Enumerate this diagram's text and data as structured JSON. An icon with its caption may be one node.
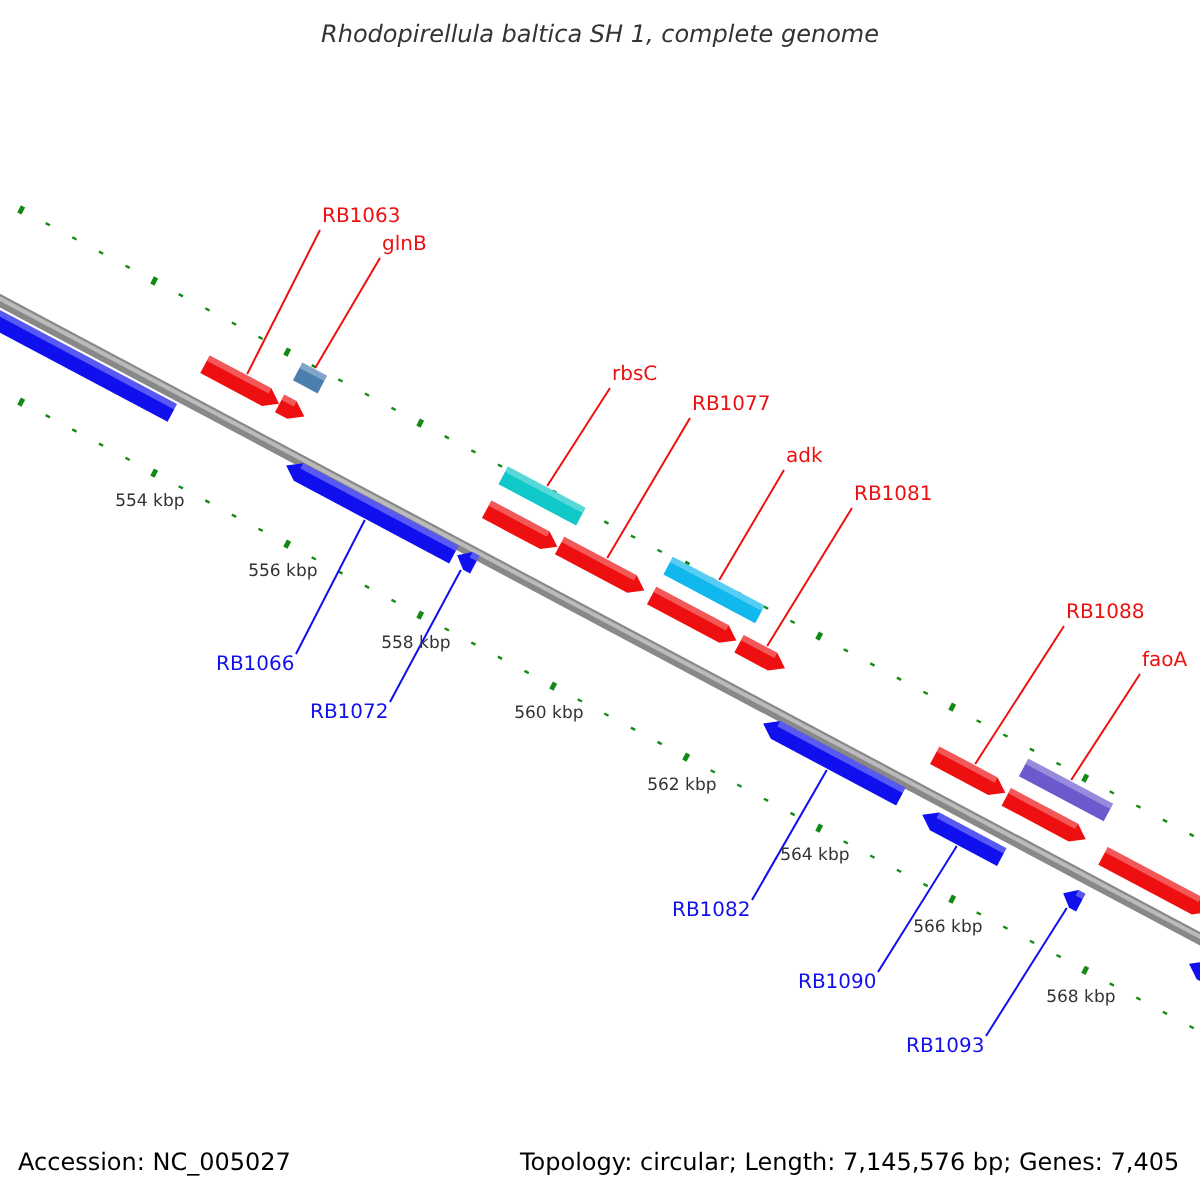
{
  "diagram": {
    "title": "Rhodopirellula baltica SH 1, complete genome",
    "nodes": [
      {
        "text": [
          "RB1063"
        ]
      },
      {
        "text": [
          "glnB"
        ]
      },
      {
        "text": [
          "rbsC"
        ]
      },
      {
        "text": [
          "RB1077"
        ]
      },
      {
        "text": [
          "adk"
        ]
      },
      {
        "text": [
          "RB1081"
        ]
      },
      {
        "text": [
          "RB1088"
        ]
      },
      {
        "text": [
          "faoA"
        ]
      },
      {
        "text": [
          "RB1066"
        ]
      },
      {
        "text": [
          "RB1072"
        ]
      },
      {
        "text": [
          "RB1082"
        ]
      },
      {
        "text": [
          "RB1090"
        ]
      },
      {
        "text": [
          "RB1093"
        ]
      },
      {
        "text": [],
        "shape": "arrow"
      },
      {
        "text": [],
        "shape": "arrow"
      },
      {
        "text": [],
        "shape": "arrow"
      },
      {
        "text": [],
        "shape": "arrow"
      },
      {
        "text": [],
        "shape": "arrow"
      },
      {
        "text": [],
        "shape": "arrow"
      },
      {
        "text": [],
        "shape": "bar"
      },
      {
        "text": [],
        "shape": "arrow"
      },
      {
        "text": [],
        "shape": "arrow"
      },
      {
        "text": [],
        "shape": "bar"
      },
      {
        "text": [],
        "shape": "arrow"
      },
      {
        "text": [],
        "shape": "arrow"
      },
      {
        "text": [],
        "shape": "arrow"
      },
      {
        "text": [],
        "shape": "arrow"
      },
      {
        "text": [],
        "shape": "bar"
      },
      {
        "text": [],
        "shape": "arrow"
      },
      {
        "text": [],
        "shape": "arrow"
      },
      {
        "text": [],
        "shape": "arrow"
      },
      {
        "text": [],
        "shape": "arrow"
      },
      {
        "text": [],
        "shape": "arrow"
      }
    ],
    "edges": [
      {
        "from": 0,
        "to": 14,
        "arrow": "none",
        "color": "#ee1010"
      },
      {
        "from": 1,
        "to": 16,
        "arrow": "none",
        "color": "#ee1010"
      },
      {
        "from": 2,
        "to": 19,
        "arrow": "none",
        "color": "#ee1010"
      },
      {
        "from": 3,
        "to": 21,
        "arrow": "none",
        "color": "#ee1010"
      },
      {
        "from": 4,
        "to": 22,
        "arrow": "none",
        "color": "#ee1010"
      },
      {
        "from": 5,
        "to": 24,
        "arrow": "none",
        "color": "#ee1010"
      },
      {
        "from": 6,
        "to": 26,
        "arrow": "none",
        "color": "#ee1010"
      },
      {
        "from": 7,
        "to": 27,
        "arrow": "none",
        "color": "#ee1010"
      },
      {
        "from": 8,
        "to": 17,
        "arrow": "none",
        "color": "#1010ee"
      },
      {
        "from": 9,
        "to": 18,
        "arrow": "none",
        "color": "#1010ee"
      },
      {
        "from": 10,
        "to": 25,
        "arrow": "none",
        "color": "#1010ee"
      },
      {
        "from": 11,
        "to": 28,
        "arrow": "none",
        "color": "#1010ee"
      },
      {
        "from": 12,
        "to": 30,
        "arrow": "none",
        "color": "#1010ee"
      }
    ],
    "labels": [
      "554 kbp",
      "556 kbp",
      "558 kbp",
      "560 kbp",
      "562 kbp",
      "564 kbp",
      "566 kbp",
      "568 kbp",
      "Accession: NC_005027",
      "Topology: circular; Length: 7,145,576 bp; Genes: 7,405"
    ]
  }
}
